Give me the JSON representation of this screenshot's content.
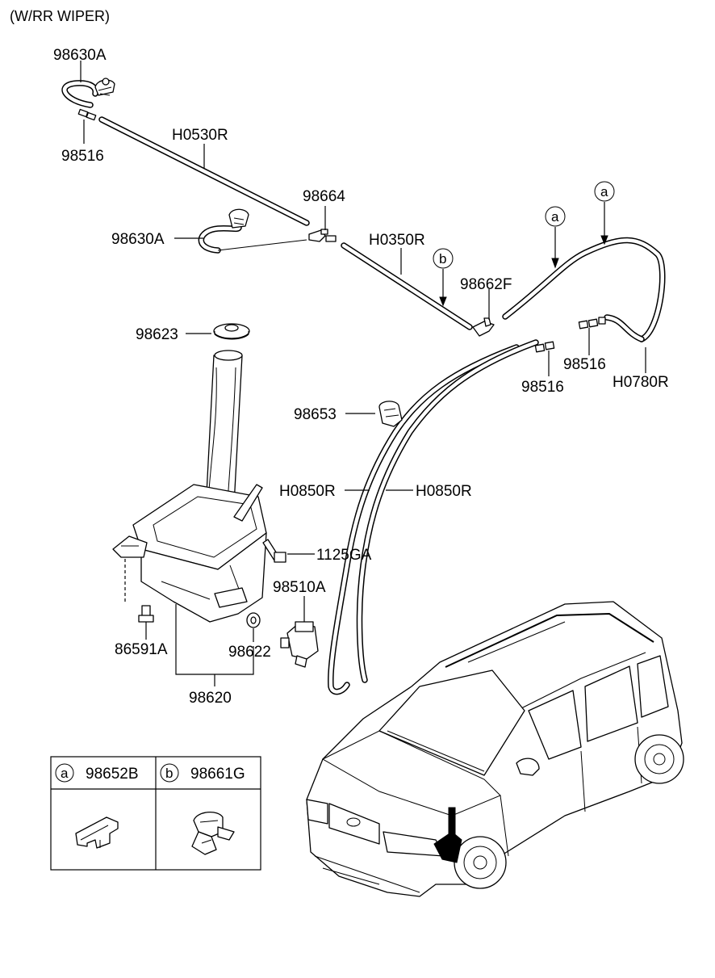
{
  "header": {
    "title": "(W/RR WIPER)"
  },
  "labels": {
    "p98630A_top": "98630A",
    "p98516_top": "98516",
    "pH0530R": "H0530R",
    "p98664": "98664",
    "p98630A_mid": "98630A",
    "pH0350R": "H0350R",
    "p98662F": "98662F",
    "p98623": "98623",
    "p98653": "98653",
    "pH0850R_left": "H0850R",
    "pH0850R_right": "H0850R",
    "p1125GA": "1125GA",
    "p98510A": "98510A",
    "p86591A": "86591A",
    "p98622": "98622",
    "p98620": "98620",
    "p98516_a": "98516",
    "p98516_b": "98516",
    "pH0780R": "H0780R"
  },
  "callouts": {
    "a1": "a",
    "a2": "a",
    "b1": "b"
  },
  "legend": {
    "a_letter": "a",
    "a_part": "98652B",
    "b_letter": "b",
    "b_part": "98661G"
  }
}
